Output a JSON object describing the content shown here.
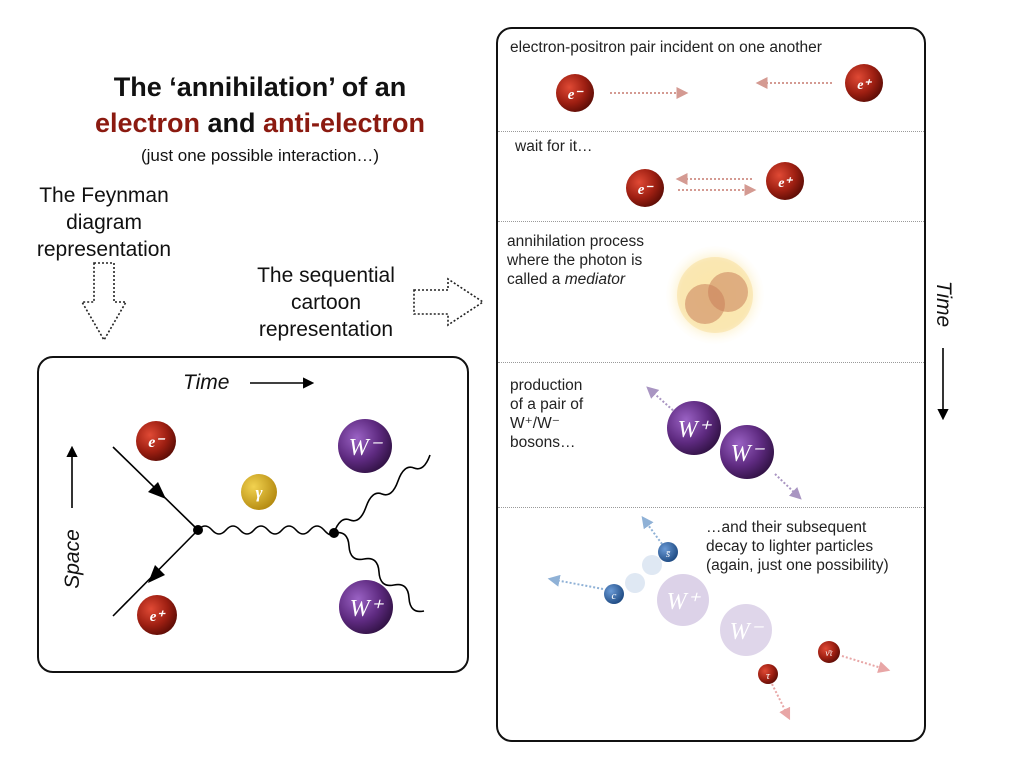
{
  "title": {
    "line1": "The ‘annihilation’ of an",
    "line2_part1": "electron",
    "line2_part2": " and ",
    "line2_part3": "anti-electron",
    "subtitle": "(just one possible interaction…)"
  },
  "feynman_label": [
    "The Feynman",
    "diagram",
    "representation"
  ],
  "cartoon_label": [
    "The sequential",
    "cartoon",
    "representation"
  ],
  "feynman": {
    "time_label": "Time",
    "space_label": "Space",
    "particles": {
      "electron": "e⁻",
      "positron": "e⁺",
      "photon": "γ",
      "w_minus": "W⁻",
      "w_plus": "W⁺"
    }
  },
  "cartoon": {
    "time_label": "Time",
    "panel1_text": "electron-positron pair incident on one another",
    "panel2_text": "wait for it…",
    "panel3_lines": [
      "annihilation process",
      "where the photon is"
    ],
    "panel3_line3_prefix": "called a ",
    "panel3_line3_em": "mediator",
    "panel4_lines": [
      "production",
      "of a pair of",
      "W⁺/W⁻",
      "bosons…"
    ],
    "panel5_lines": [
      "…and their subsequent",
      "decay to lighter particles",
      "(again, just one possibility)"
    ],
    "decay_particles": {
      "s_bar": "s̄",
      "c": "c",
      "tau": "τ",
      "nu_bar": "ν̄τ"
    }
  },
  "colors": {
    "electron_red": "#8b1a10",
    "w_purple": "#5a2a78",
    "photon_gold": "#c9a21a",
    "quark_blue": "#2b5c9e",
    "arrow_red": "#d49a92",
    "arrow_purple": "#a995c2",
    "arrow_blue": "#8fb1d6",
    "arrow_pink": "#e8a6a6"
  },
  "icons": [
    "hollow-down-arrow-icon",
    "hollow-right-arrow-icon",
    "time-arrow-icon",
    "space-arrow-icon"
  ]
}
